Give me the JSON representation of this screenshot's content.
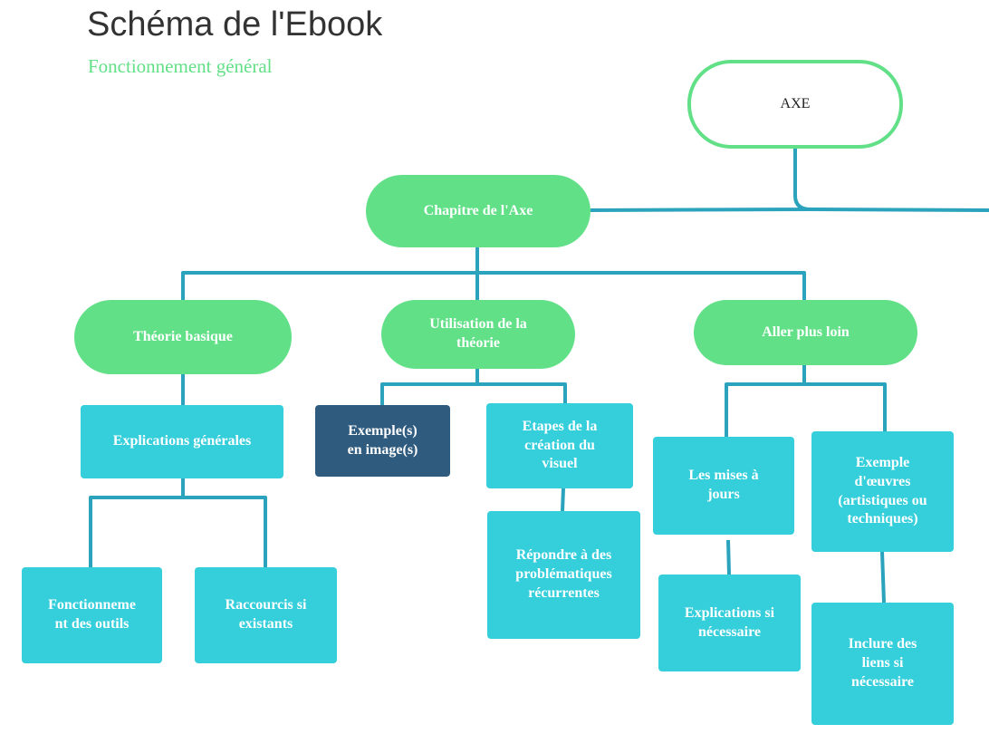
{
  "header": {
    "title": "Schéma de l'Ebook",
    "subtitle": "Fonctionnement général"
  },
  "nodes": {
    "axe": "AXE",
    "chapitre": "Chapitre de l'Axe",
    "theorie_basique": "Théorie basique",
    "utilisation": "Utilisation de la\nthéorie",
    "aller_plus_loin": "Aller plus loin",
    "explications_generales": "Explications générales",
    "fonctionnement_outils": "Fonctionneme\nnt des outils",
    "raccourcis": "Raccourcis si\nexistants",
    "exemples_images": "Exemple(s)\nen image(s)",
    "etapes_creation": "Etapes de la\ncréation du\nvisuel",
    "repondre": "Répondre à des\nproblématiques\nrécurrentes",
    "mises_a_jour": "Les mises à\njours",
    "explications_si": "Explications si\nnécessaire",
    "exemple_oeuvres": "Exemple\nd'œuvres\n(artistiques ou\ntechniques)",
    "inclure_liens": "Inclure des\nliens si\nnécessaire"
  },
  "colors": {
    "green": "#62e087",
    "cyan": "#35cedb",
    "dark_blue": "#2f5b7f",
    "connector": "#2ba3bd",
    "title_gray": "#333333"
  }
}
